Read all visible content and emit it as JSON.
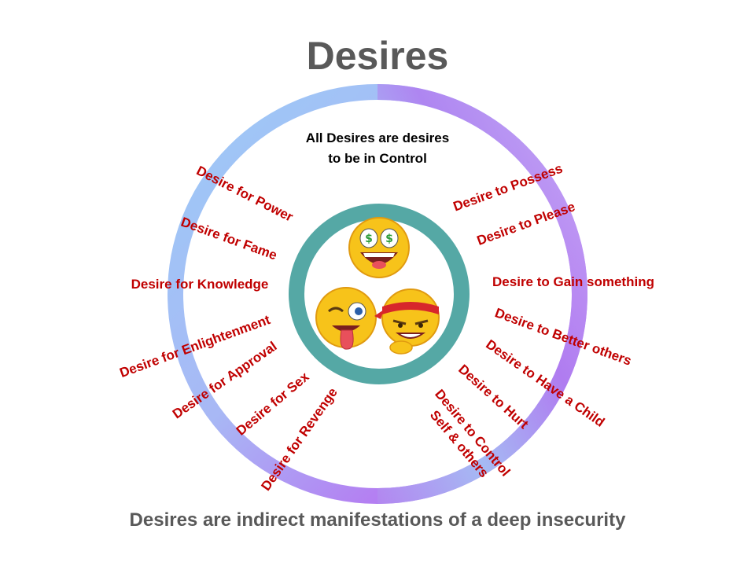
{
  "title": "Desires",
  "center_text": [
    "All Desires are desires",
    "to  be in Control"
  ],
  "footer": "Desires are indirect manifestations of a deep insecurity",
  "colors": {
    "title": "#595959",
    "label": "#c00000",
    "ring_blue": "#8fc3f5",
    "ring_purple": "#b57cf2",
    "inner_ring": "#55a8a5"
  },
  "desires": [
    {
      "text": "Desire for Power"
    },
    {
      "text": "Desire for Fame"
    },
    {
      "text": "Desire for Knowledge"
    },
    {
      "text": "Desire for Enlightenment"
    },
    {
      "text": "Desire for Approval"
    },
    {
      "text": "Desire for Sex"
    },
    {
      "text": "Desire for Revenge"
    },
    {
      "text": "Desire to Possess"
    },
    {
      "text": "Desire to Please"
    },
    {
      "text": "Desire to Gain something"
    },
    {
      "text": "Desire to Better others"
    },
    {
      "text": "Desire to Have a Child"
    },
    {
      "text": "Desire to Hurt"
    },
    {
      "text": "Desire to Control",
      "text2": "Self & others"
    }
  ],
  "icons": [
    "money-eyes-emoji-icon",
    "winking-tongue-emoji-icon",
    "angry-bandana-emoji-icon"
  ]
}
